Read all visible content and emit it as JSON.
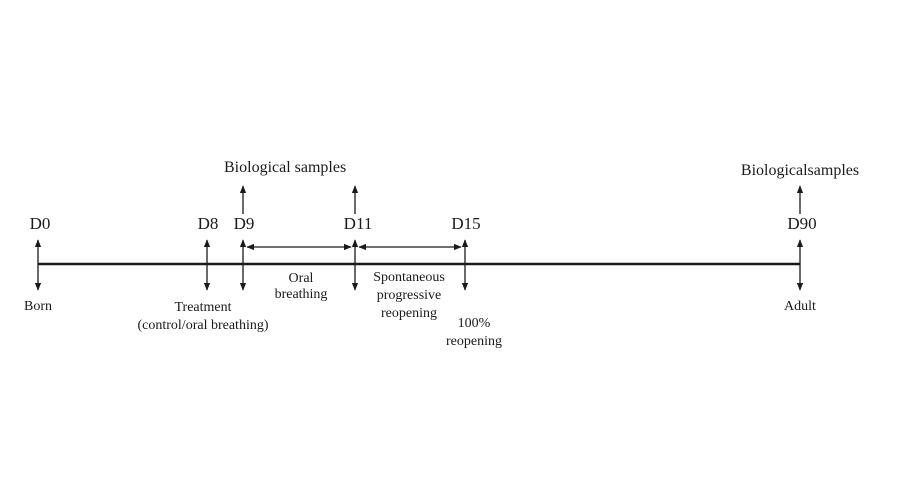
{
  "days": {
    "d0": "D0",
    "d8": "D8",
    "d9": "D9",
    "d11": "D11",
    "d15": "D15",
    "d90": "D90"
  },
  "events": {
    "born": "Born",
    "treatment_line1": "Treatment",
    "treatment_line2": "(control/oral breathing)",
    "oral_line1": "Oral",
    "oral_line2": "breathing",
    "reopen_line1": "Spontaneous",
    "reopen_line2": "progressive",
    "reopen_line3": "reopening",
    "full_line1": "100%",
    "full_line2": "reopening",
    "adult": "Adult"
  },
  "samples": {
    "first": "Biological samples",
    "second": "Biologicalsamples"
  },
  "colors": {
    "ink": "#1a1a1a",
    "background": "#ffffff"
  }
}
